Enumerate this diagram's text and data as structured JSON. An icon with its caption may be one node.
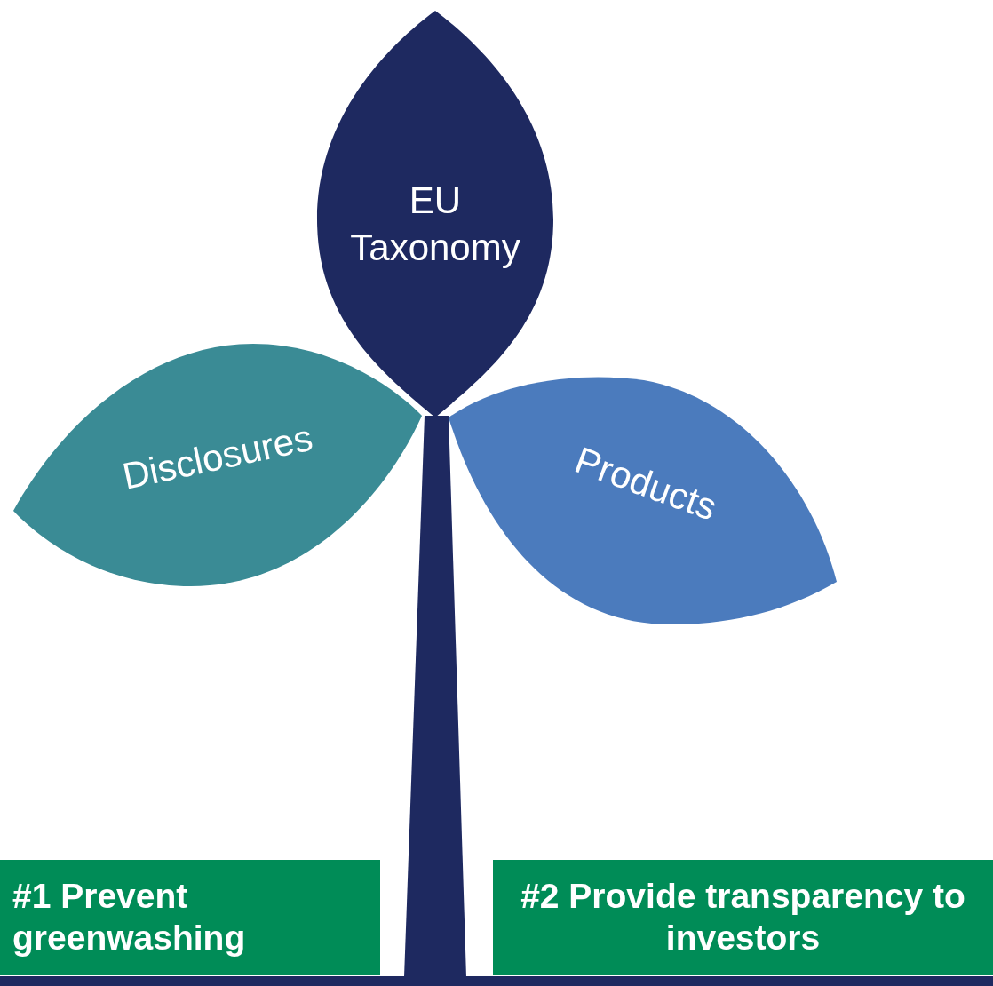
{
  "diagram": {
    "nodes": [
      {
        "text": [
          "EU Taxonomy"
        ]
      },
      {
        "text": [
          "Disclosures"
        ]
      },
      {
        "text": [
          "Products"
        ]
      },
      {
        "text": [
          "#1 Prevent greenwashing"
        ]
      },
      {
        "text": [
          "#2 Provide transparency to investors"
        ]
      }
    ]
  }
}
